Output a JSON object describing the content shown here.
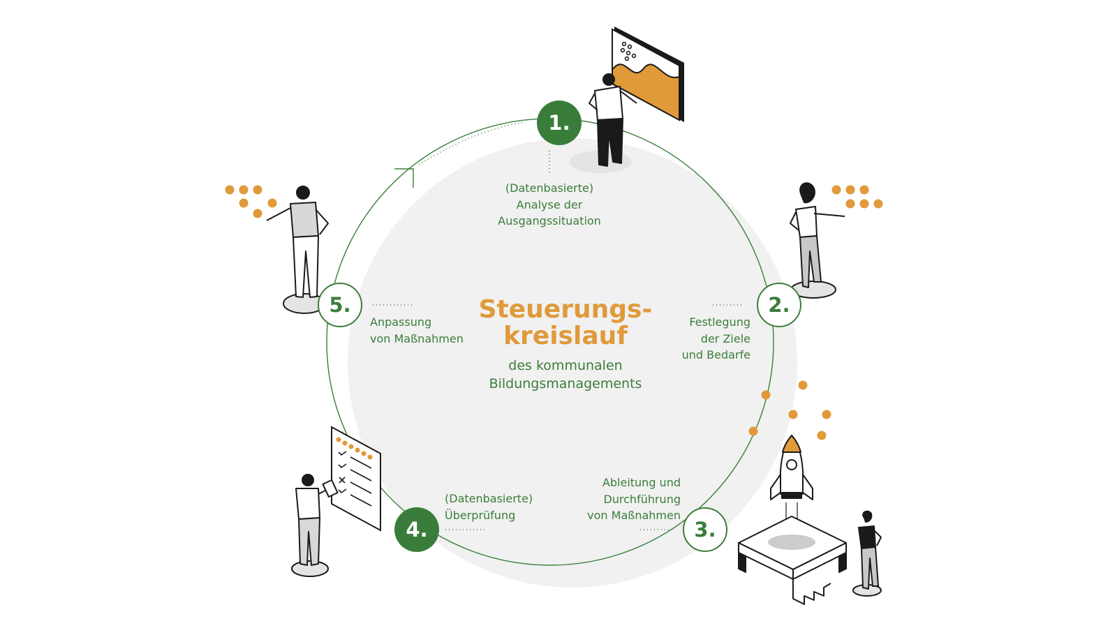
{
  "center": {
    "title_line1": "Steuerungs-",
    "title_line2": "kreislauf",
    "subtitle_line1": "des kommunalen",
    "subtitle_line2": "Bildungsmanagements"
  },
  "steps": [
    {
      "number": "1.",
      "lines": [
        "(Datenbasierte)",
        "Analyse der",
        "Ausgangssituation"
      ],
      "style": "filled"
    },
    {
      "number": "2.",
      "lines": [
        "Festlegung",
        "der Ziele",
        "und Bedarfe"
      ],
      "style": "outline"
    },
    {
      "number": "3.",
      "lines": [
        "Ableitung und",
        "Durchführung",
        "von Maßnahmen"
      ],
      "style": "outline"
    },
    {
      "number": "4.",
      "lines": [
        "(Datenbasierte)",
        "Überprüfung"
      ],
      "style": "filled"
    },
    {
      "number": "5.",
      "lines": [
        "Anpassung",
        "von Maßnahmen"
      ],
      "style": "outline"
    }
  ],
  "colors": {
    "green": "#3a7d3a",
    "orange": "#e09a3a",
    "background_disc": "#f1f1f1",
    "ink": "#1a1a1a"
  },
  "icons": [
    "chart-board-icon",
    "person-presenting-icon",
    "rocket-icon",
    "checklist-icon",
    "dots-icon"
  ]
}
